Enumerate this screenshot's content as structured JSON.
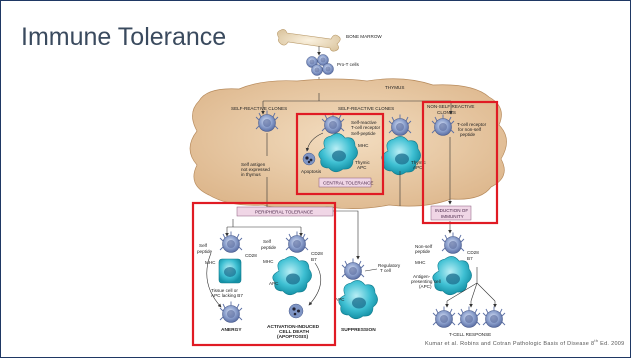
{
  "slide": {
    "title": "Immune Tolerance",
    "citation_main": "Kumar et al. Robins and Cotran Pathologic Basis of Disease 8",
    "citation_sup": "th",
    "citation_tail": " Ed. 2009"
  },
  "diagram": {
    "bone_marrow": "BONE MARROW",
    "pro_t_cells": "Pro-T cells",
    "thymus": "THYMUS",
    "self_reactive_clones_1": "SELF-REACTIVE CLONES",
    "self_reactive_clones_2": "SELF-REACTIVE CLONES",
    "non_self_reactive_1": "NON-SELF REACTIVE",
    "non_self_reactive_2": "CLONES",
    "self_reactive_tcr_1": "Self-reactive",
    "self_reactive_tcr_2": "T-cell receptor",
    "self_peptide": "Self-peptide",
    "mhc": "MHC",
    "thymic_apc_1": "Thymic",
    "thymic_apc_2": "APC",
    "thymic_apc_b1": "Thymic",
    "thymic_apc_b2": "APC",
    "tcr_nonself_1": "T-cell receptor",
    "tcr_nonself_2": "for non-self",
    "tcr_nonself_3": "peptide",
    "self_antigen_1": "Self antigen",
    "self_antigen_2": "not expressed",
    "self_antigen_3": "in thymus",
    "apoptosis": "Apoptosis",
    "central_tolerance": "CENTRAL TOLERANCE",
    "induction_1": "INDUCTION OF",
    "induction_2": "IMMUNITY",
    "peripheral_tolerance": "PERIPHERAL TOLERANCE",
    "self_peptide_a1": "Self",
    "self_peptide_a2": "peptide",
    "cd28_a": "CD28",
    "mhc_a": "MHC",
    "tissue_cell_1": "Tissue cell or",
    "tissue_cell_2": "APC lacking B7",
    "anergy": "ANERGY",
    "self_peptide_b1": "Self",
    "self_peptide_b2": "peptide",
    "mhc_b": "MHC",
    "cd28_b": "CD28",
    "b7_b": "B7",
    "apc_b": "APC",
    "aicd_1": "ACTIVATION-INDUCED",
    "aicd_2": "CELL DEATH",
    "aicd_3": "(APOPTOSIS)",
    "regulatory_1": "Regulatory",
    "regulatory_2": "T cell",
    "apc_c": "APC",
    "suppression": "SUPPRESSION",
    "nonself_peptide_1": "Non-self",
    "nonself_peptide_2": "peptide",
    "mhc_d": "MHC",
    "cd28_d": "CD28",
    "b7_d": "B7",
    "antigen_apc_1": "Antigen-",
    "antigen_apc_2": "presenting cell",
    "antigen_apc_3": "(APC)",
    "t_cell_response": "T-CELL RESPONSE"
  },
  "colors": {
    "title": "#3a4a5e",
    "highlight_box": "#e01b24",
    "thymus_fill": "#e8c9a3",
    "t_cell": "#7f95c4",
    "apc": "#29b6c9",
    "label_box": "#f0d6e6"
  }
}
